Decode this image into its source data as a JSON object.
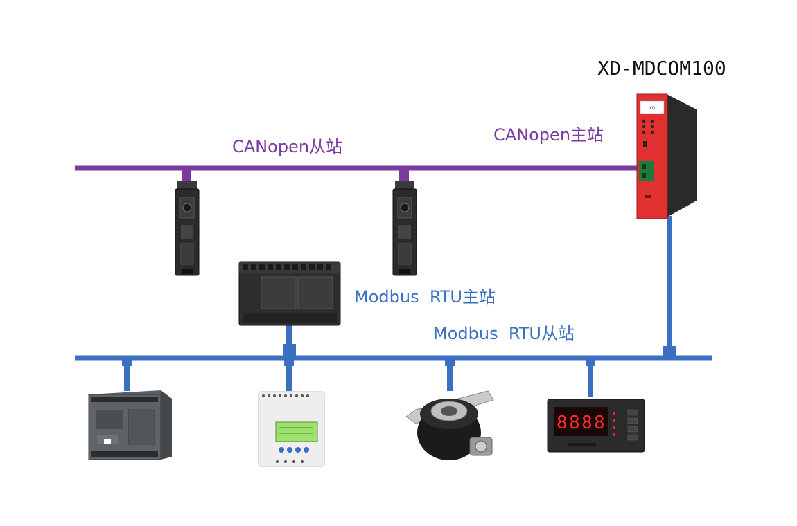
{
  "title": "XD-MDCOM100",
  "labels": {
    "canopen_slave": "CANopen从站",
    "canopen_master": "CANopen主站",
    "modbus_master": "Modbus  RTU主站",
    "modbus_slave": "Modbus  RTU从站"
  },
  "colors": {
    "canopen_bus": "#7b3aa0",
    "modbus_bus": "#3a6fc2",
    "gateway_red": "#e03030",
    "device_dark": "#2b2b2b",
    "device_gray": "#5a5f63",
    "lcd_green": "#9be36a",
    "display_red": "#ff2a2a"
  },
  "devices": {
    "gateway": "gateway-module-icon",
    "canopen_slave_1": "servo-drive-icon",
    "canopen_slave_2": "servo-drive-icon",
    "modbus_master": "plc-icon",
    "modbus_slave_1": "plc-icon",
    "modbus_slave_2": "smart-relay-icon",
    "modbus_slave_3": "rotary-encoder-icon",
    "modbus_slave_4": "digital-display-icon"
  }
}
